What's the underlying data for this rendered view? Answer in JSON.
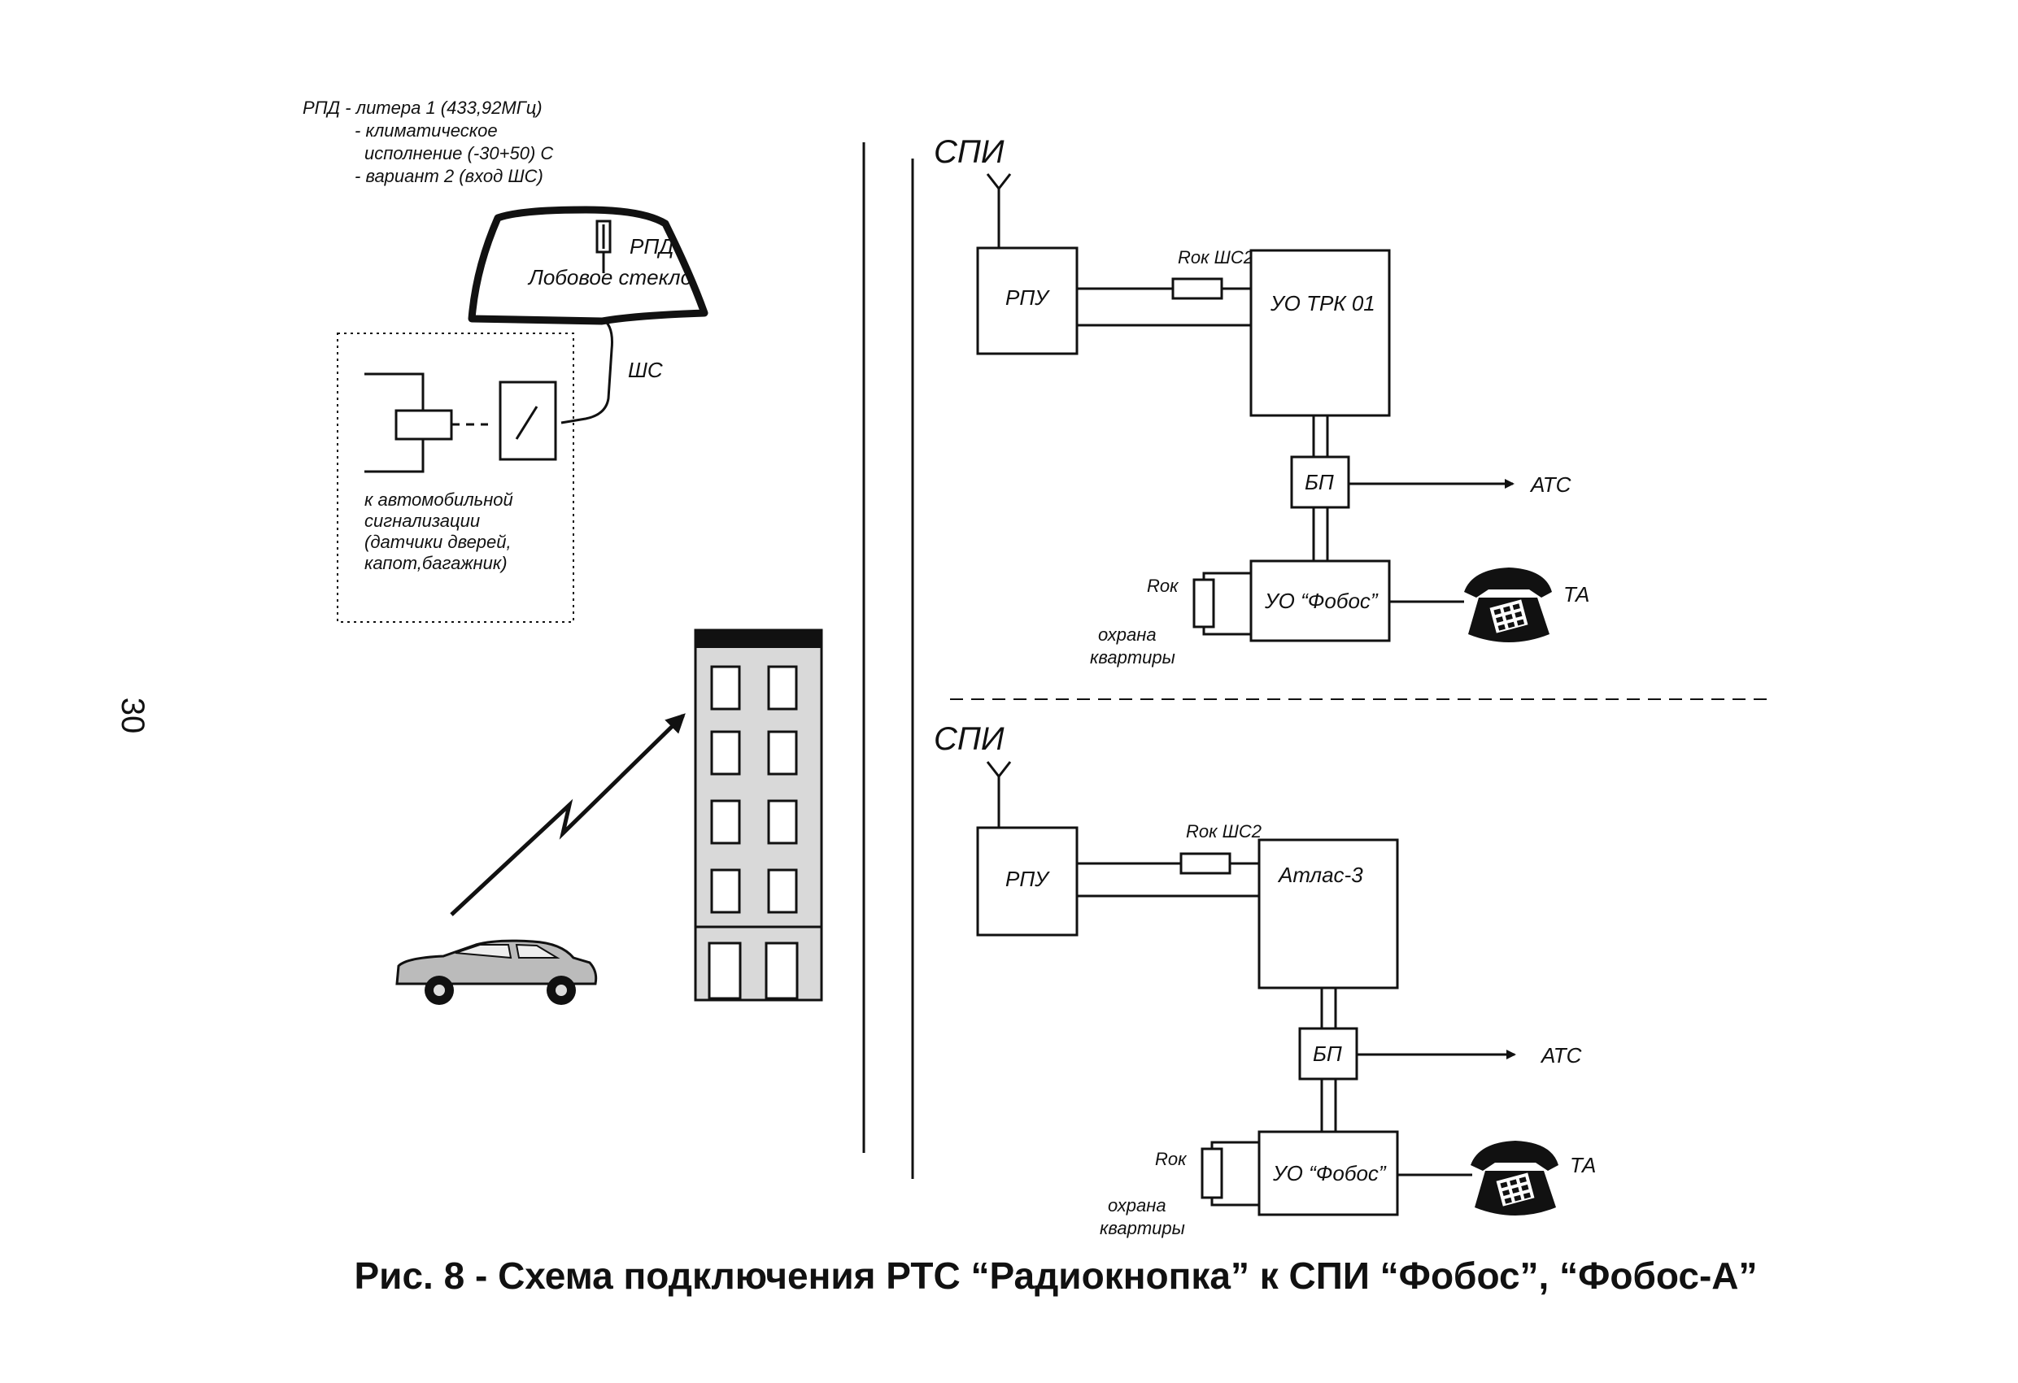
{
  "page_number": "30",
  "caption": "Рис. 8 - Схема подключения РТС “Радиокнопка” к СПИ “Фобос”, “Фобос-А”",
  "left_panel": {
    "rpd_notes": [
      "РПД - литера 1 (433,92МГц)",
      "- климатическое",
      "исполнение (-30+50)  С",
      "- вариант 2 (вход ШС)"
    ],
    "windshield_label": "Лобовое стекло",
    "rpd_label": "РПД",
    "loop_label": "ШС",
    "alarm_text": [
      "к автомобильной",
      "сигнализации",
      "(датчики дверей,",
      "капот,багажник)"
    ]
  },
  "top_scheme": {
    "spi_label": "СПИ",
    "rpu_label": "РПУ",
    "resistor_label": "Rок ШС2",
    "controller_label": "УО ТРК 01",
    "bp_label": "БП",
    "ats_label": "АТС",
    "rok_label": "Rок",
    "fobos_label": "УО “Фобос”",
    "guard_label": [
      "охрана",
      "квартиры"
    ],
    "ta_label": "ТА"
  },
  "bottom_scheme": {
    "spi_label": "СПИ",
    "rpu_label": "РПУ",
    "resistor_label": "Rок ШС2",
    "controller_label": "Атлас-3",
    "bp_label": "БП",
    "ats_label": "АТС",
    "rok_label": "Rок",
    "fobos_label": "УО “Фобос”",
    "guard_label": [
      "охрана",
      "квартиры"
    ],
    "ta_label": "ТА"
  }
}
